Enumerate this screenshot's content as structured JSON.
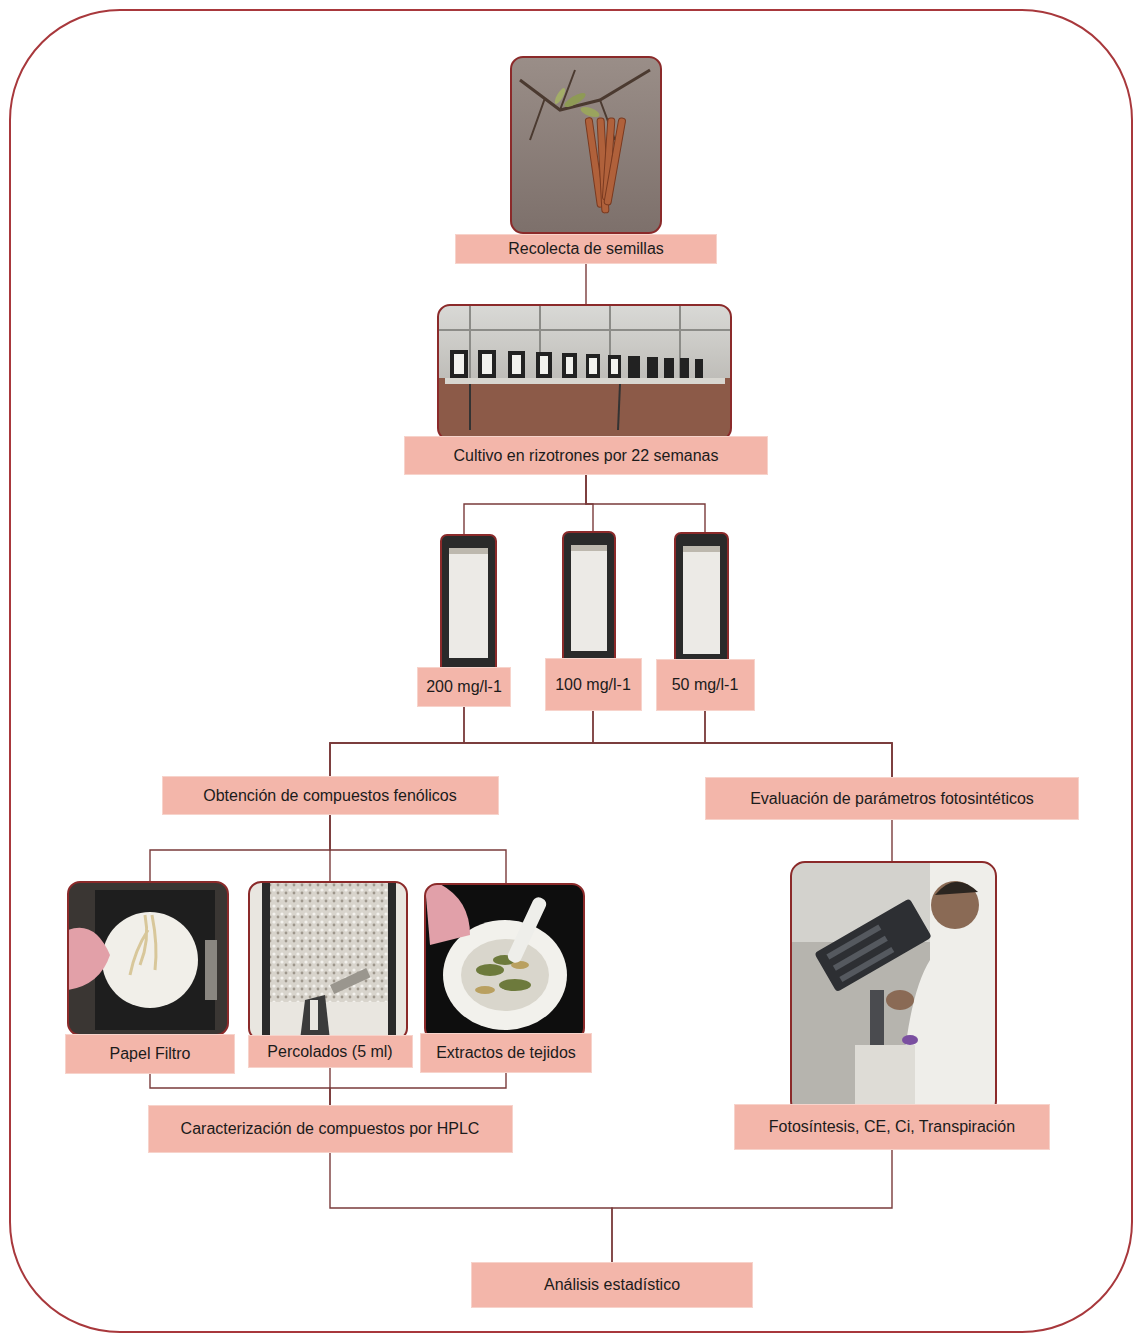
{
  "diagram": {
    "nodes": [
      {
        "text": [
          "Recolecta de semillas"
        ]
      },
      {
        "text": [
          "Cultivo en rizotrones por 22 semanas"
        ]
      },
      {
        "text": [
          "200 mg/l-1"
        ]
      },
      {
        "text": [
          "100 mg/l-1"
        ]
      },
      {
        "text": [
          "50 mg/l-1"
        ]
      },
      {
        "text": [
          "Obtención de compuestos fenólicos"
        ]
      },
      {
        "text": [
          "Evaluación de parámetros fotosintéticos"
        ]
      },
      {
        "text": [
          "Papel Filtro"
        ]
      },
      {
        "text": [
          "Percolados (5 ml)"
        ]
      },
      {
        "text": [
          "Extractos de tejidos"
        ]
      },
      {
        "text": [
          "Caracterización de compuestos por HPLC"
        ]
      },
      {
        "text": [
          "Fotosíntesis, CE, Ci, Transpiración"
        ]
      },
      {
        "text": [
          "Análisis estadístico"
        ]
      }
    ],
    "edges": [
      {
        "from": 0,
        "to": 1,
        "arrow": "none"
      },
      {
        "from": 1,
        "to": 2,
        "arrow": "none"
      },
      {
        "from": 1,
        "to": 3,
        "arrow": "none"
      },
      {
        "from": 1,
        "to": 4,
        "arrow": "none"
      },
      {
        "from": 2,
        "to": 5,
        "arrow": "none"
      },
      {
        "from": 3,
        "to": 5,
        "arrow": "none"
      },
      {
        "from": 4,
        "to": 5,
        "arrow": "none"
      },
      {
        "from": 2,
        "to": 6,
        "arrow": "none"
      },
      {
        "from": 3,
        "to": 6,
        "arrow": "none"
      },
      {
        "from": 4,
        "to": 6,
        "arrow": "none"
      },
      {
        "from": 5,
        "to": 7,
        "arrow": "none"
      },
      {
        "from": 5,
        "to": 8,
        "arrow": "none"
      },
      {
        "from": 5,
        "to": 9,
        "arrow": "none"
      },
      {
        "from": 7,
        "to": 10,
        "arrow": "none"
      },
      {
        "from": 8,
        "to": 10,
        "arrow": "none"
      },
      {
        "from": 9,
        "to": 10,
        "arrow": "none"
      },
      {
        "from": 6,
        "to": 11,
        "arrow": "none"
      },
      {
        "from": 10,
        "to": 12,
        "arrow": "none"
      },
      {
        "from": 11,
        "to": 12,
        "arrow": "none"
      }
    ]
  }
}
